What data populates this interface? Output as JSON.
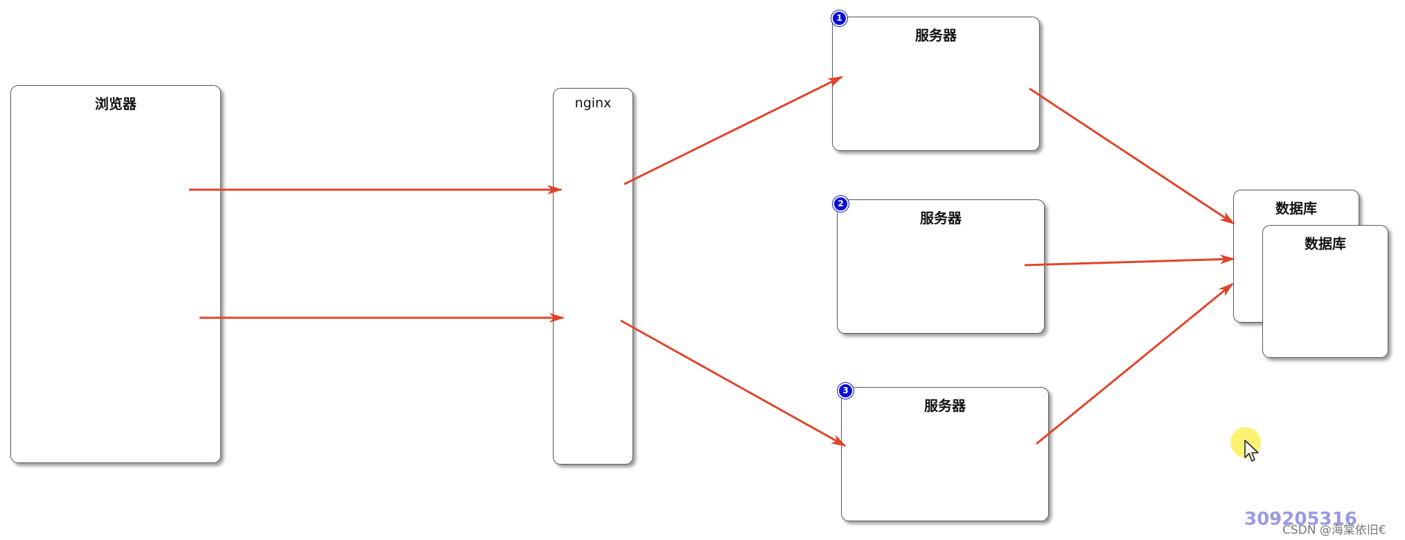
{
  "nodes": {
    "browser": {
      "label": "浏览器"
    },
    "nginx": {
      "label": "nginx"
    },
    "server1": {
      "label": "服务器",
      "badge": "1"
    },
    "server2": {
      "label": "服务器",
      "badge": "2"
    },
    "server3": {
      "label": "服务器",
      "badge": "3"
    },
    "database_back": {
      "label": "数据库"
    },
    "database_front": {
      "label": "数据库"
    }
  },
  "watermark": {
    "number": "309205316",
    "text": "CSDN @海棠依旧€"
  },
  "colors": {
    "arrow": "#e0432b",
    "badge": "#0a10d8",
    "cursor_highlight": "#f6ec5a"
  }
}
